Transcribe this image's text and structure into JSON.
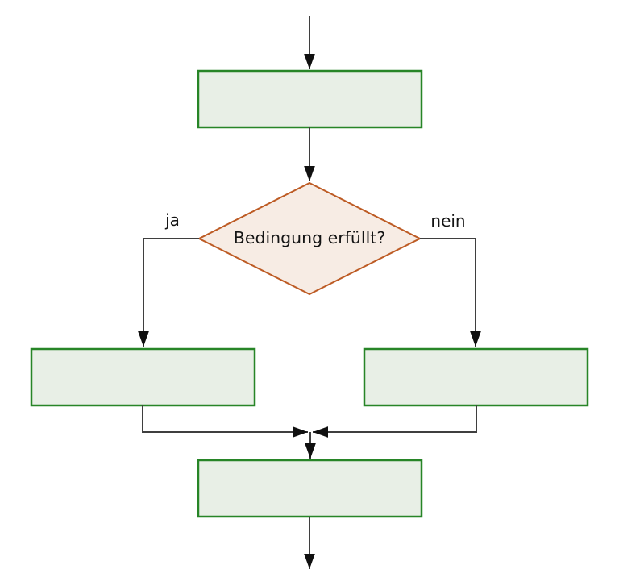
{
  "diagram": {
    "type": "flowchart",
    "decision": {
      "label": "Bedingung erfüllt?"
    },
    "branches": {
      "yes_label": "ja",
      "no_label": "nein"
    },
    "nodes": {
      "entry_process": {
        "label": ""
      },
      "yes_process": {
        "label": ""
      },
      "no_process": {
        "label": ""
      },
      "merge_process": {
        "label": ""
      }
    },
    "colors": {
      "background": "#ffffff",
      "process_fill": "#e8efe6",
      "process_border": "#278527",
      "decision_fill": "#f7ece4",
      "decision_border": "#bd5b24",
      "line": "#3f3f3f",
      "arrow": "#101010",
      "text": "#141414"
    }
  }
}
